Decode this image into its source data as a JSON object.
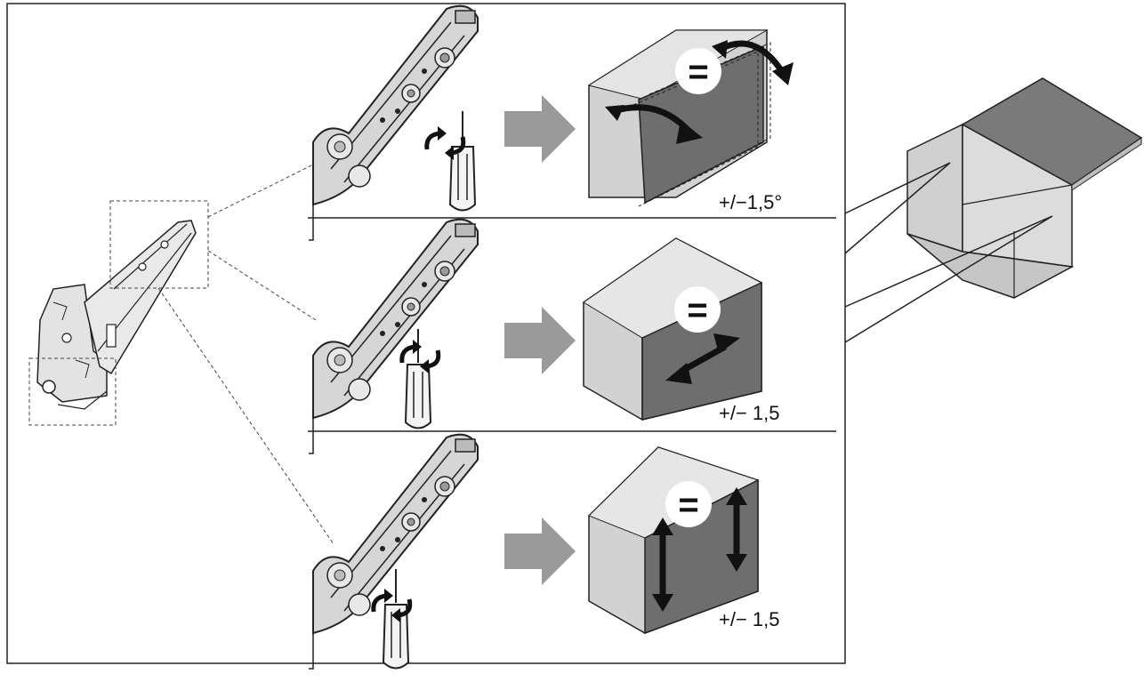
{
  "rows": [
    {
      "id": "tilt",
      "tolerance": "+/−1,5°",
      "symbol": "=",
      "arrow": "curved-rotation"
    },
    {
      "id": "lateral",
      "tolerance": "+/− 1,5",
      "symbol": "=",
      "arrow": "diagonal-double"
    },
    {
      "id": "vertical",
      "tolerance": "+/− 1,5",
      "symbol": "=",
      "arrow": "vertical-double"
    }
  ],
  "icons": {
    "direction_arrow": "right-arrow-icon",
    "tool": "screwdriver-icon",
    "rotation": "rotate-icon"
  },
  "colors": {
    "line": "#222222",
    "panel_front": "#6e6e6e",
    "box_light": "#d2d2d2",
    "box_mid": "#bdbdbd",
    "arrow_fill": "#9a9a9a",
    "lid_dark": "#7a7a7a"
  }
}
